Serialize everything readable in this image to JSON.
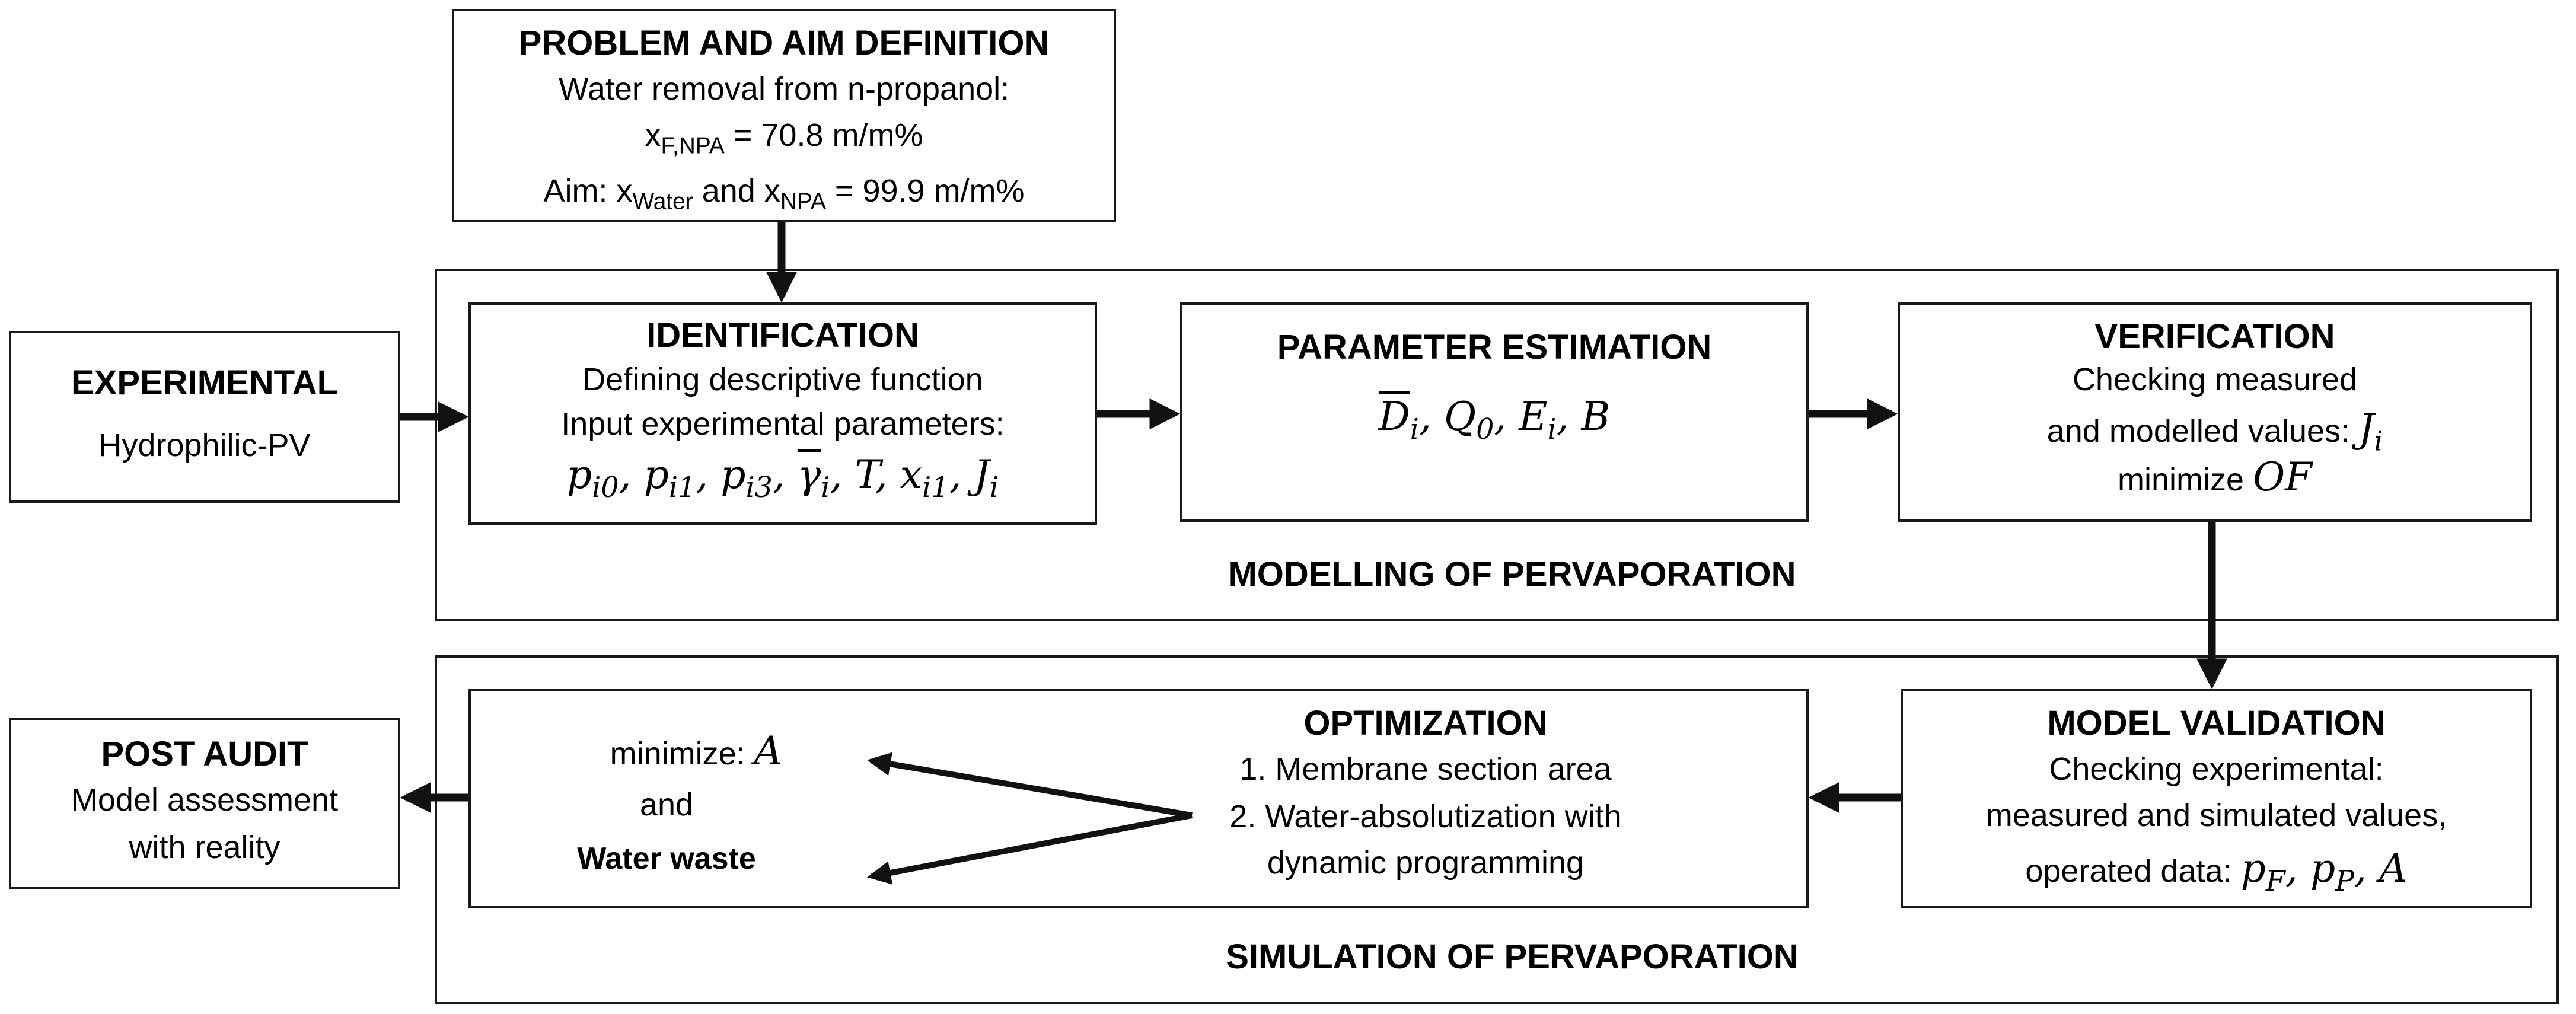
{
  "problem": {
    "title": "PROBLEM AND AIM DEFINITION",
    "line1": "Water removal from n-propanol:",
    "feed_symbol": "x",
    "feed_sub": "F,NPA",
    "feed_value": "= 70.8 m/m%",
    "aim_label": "Aim:",
    "aim_x1": "x",
    "aim_sub1": "Water",
    "aim_and": "and",
    "aim_x2": "x",
    "aim_sub2": "NPA",
    "aim_value": "= 99.9 m/m%"
  },
  "experimental": {
    "title": "EXPERIMENTAL",
    "body": "Hydrophilic-PV"
  },
  "identification": {
    "title": "IDENTIFICATION",
    "line1": "Defining descriptive function",
    "line2": "Input experimental parameters:",
    "params": [
      "p",
      "i0",
      ", ",
      "p",
      "i1",
      ", ",
      "p",
      "i3",
      ", ",
      "γ",
      "i",
      ", T, ",
      "x",
      "i1",
      ", ",
      "J",
      "i"
    ]
  },
  "parameter_estimation": {
    "title": "PARAMETER ESTIMATION",
    "params": [
      "D",
      "i",
      ", ",
      "Q",
      "0",
      ", ",
      "E",
      "i",
      ", ",
      "B"
    ]
  },
  "verification": {
    "title": "VERIFICATION",
    "line1": "Checking measured",
    "line2_text": "and modelled values:",
    "line2_sym": "J",
    "line2_sub": "i",
    "line3_text": "minimize",
    "line3_sym": "OF"
  },
  "modelling_group": {
    "label": "MODELLING OF PERVAPORATION"
  },
  "model_validation": {
    "title": "MODEL VALIDATION",
    "line1": "Checking experimental:",
    "line2": "measured and simulated values,",
    "line3_text": "operated data:",
    "line3_syms": [
      "p",
      "F",
      ", ",
      "p",
      "P",
      ", ",
      "A"
    ]
  },
  "optimization": {
    "title": "OPTIMIZATION",
    "item1": "1. Membrane section area",
    "item2_line1": "2. Water-absolutization with",
    "item2_line2": "dynamic programming",
    "minimize_text": "minimize:",
    "minimize_sym": "A",
    "and": "and",
    "water_waste": "Water waste"
  },
  "simulation_group": {
    "label": "SIMULATION OF PERVAPORATION"
  },
  "post_audit": {
    "title": "POST AUDIT",
    "line1": "Model assessment",
    "line2": "with reality"
  }
}
